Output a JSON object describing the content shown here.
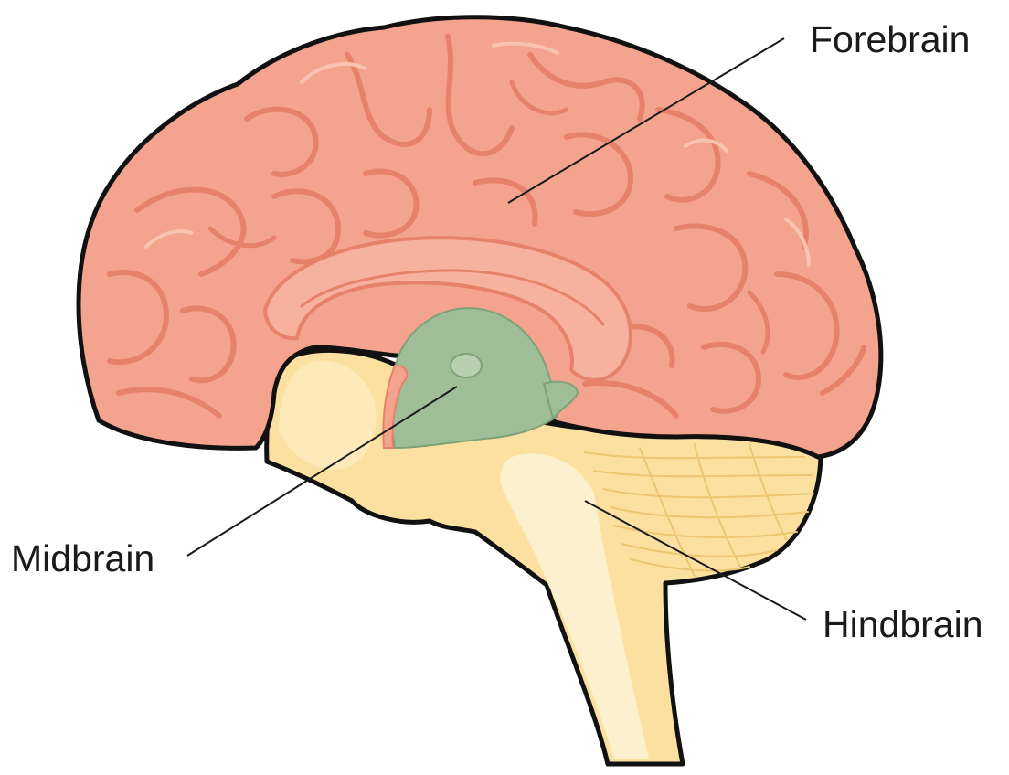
{
  "labels": {
    "forebrain": "Forebrain",
    "midbrain": "Midbrain",
    "hindbrain": "Hindbrain"
  },
  "colors": {
    "forebrain_fill": "#f4a48e",
    "forebrain_fold": "#e6826a",
    "forebrain_highlight": "#f9c2b1",
    "midbrain_fill": "#9fbe98",
    "hindbrain_fill": "#fbe0a0",
    "hindbrain_light": "#fdf0cf",
    "hindbrain_line": "#ecc673",
    "outline": "#111111"
  }
}
